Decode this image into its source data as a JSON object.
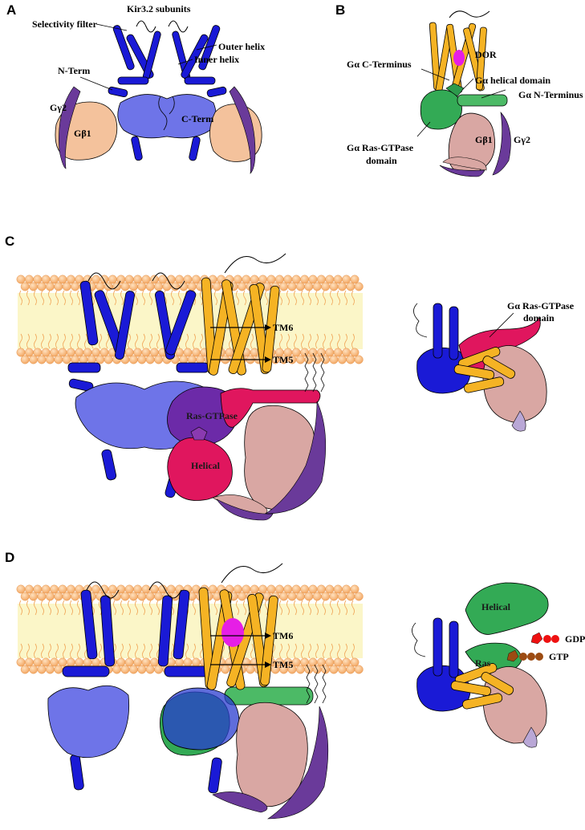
{
  "panels": {
    "a": {
      "letter": "A",
      "title": "Kir3.2 subunits",
      "selectivity_filter": "Selectivity filter",
      "outer_helix": "Outer helix",
      "inner_helix": "Inner helix",
      "n_term": "N-Term",
      "c_term": "C-Term",
      "g_gamma2": "Gγ2",
      "g_beta1": "Gβ1"
    },
    "b": {
      "letter": "B",
      "dor": "DOR",
      "ga_c_terminus": "Gα C-Terminus",
      "ga_helical_domain": "Gα helical domain",
      "ga_n_terminus": "Gα N-Terminus",
      "ga_ras_gtpase_line1": "Gα Ras-GTPase",
      "ga_ras_gtpase_line2": "domain",
      "g_beta1": "Gβ1",
      "g_gamma2": "Gγ2"
    },
    "c": {
      "letter": "C",
      "tm6": "TM6",
      "tm5": "TM5",
      "ras_gtpase": "Ras-GTPase",
      "helical": "Helical",
      "inset_label_line1": "Gα Ras-GTPase",
      "inset_label_line2": "domain"
    },
    "d": {
      "letter": "D",
      "tm6": "TM6",
      "tm5": "TM5",
      "helical": "Helical",
      "gdp": "GDP",
      "gtp": "GTP",
      "ras": "Ras"
    }
  },
  "colors": {
    "kir_blue": "#1a1ad6",
    "kir_ctd": "#6e74e8",
    "g_beta": "#f4c29c",
    "g_beta_pink": "#d9a7a3",
    "g_gamma": "#6a3a9a",
    "dor_orange": "#f5b324",
    "ga_green": "#33aa55",
    "ga_magenta": "#e0165e",
    "ligand_magenta": "#e61ee6",
    "membrane": "#fbf6c8",
    "lipid": "#f6b06c",
    "gdp_red": "#ee1111",
    "gtp_brown": "#9c4b12"
  }
}
